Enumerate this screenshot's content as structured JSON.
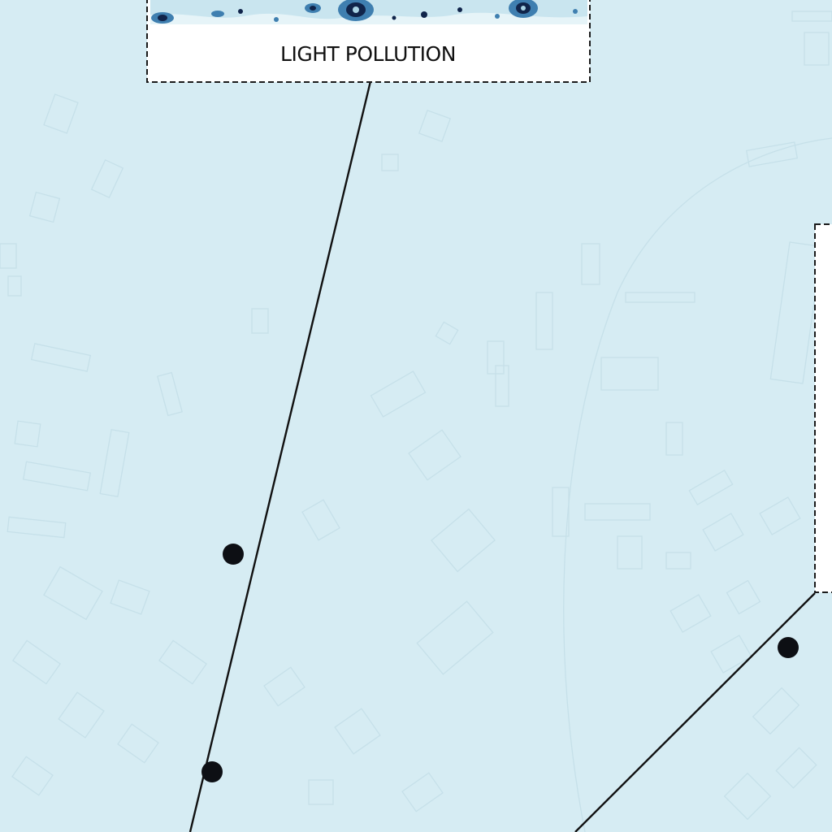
{
  "map": {
    "background_color": "#d6ecf3",
    "building_outline_color": "#c6e1ea",
    "callouts": [
      {
        "id": "light-pollution",
        "label": "LIGHT POLLUTION",
        "thumbnail": "light-pollution-density-map"
      },
      {
        "id": "right-callout",
        "label": ""
      }
    ],
    "markers": [
      {
        "id": "marker-1"
      },
      {
        "id": "marker-2"
      },
      {
        "id": "marker-3"
      }
    ]
  },
  "colors": {
    "leader_line": "#111111",
    "marker": "#0d0f14",
    "box_border": "#1a1a1a",
    "thumbnail_dark": "#10244a",
    "thumbnail_mid": "#3f7fb0",
    "thumbnail_light": "#a9d3e4"
  }
}
